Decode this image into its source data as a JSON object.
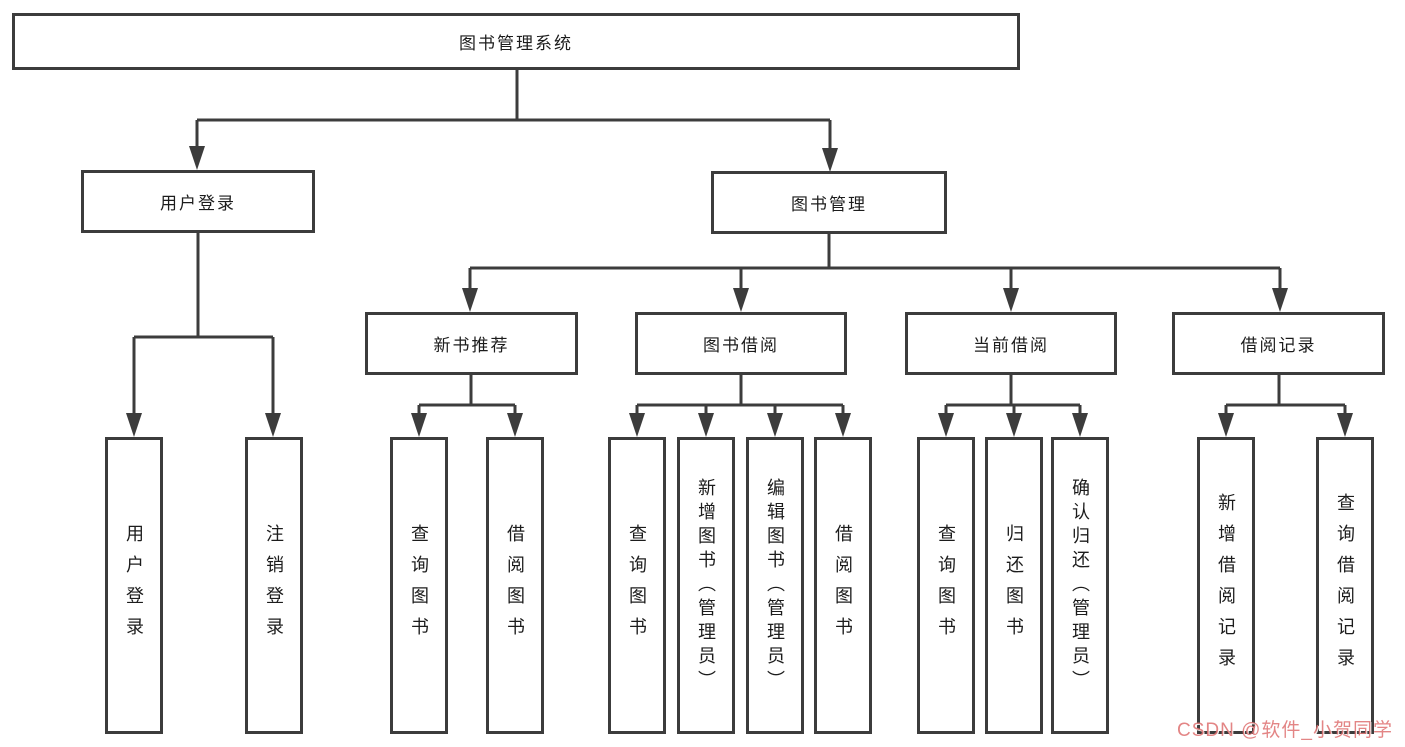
{
  "diagram_title": "图书管理系统",
  "tree": {
    "label": "图书管理系统",
    "children": [
      {
        "label": "用户登录",
        "children": [
          {
            "label": "用户登录"
          },
          {
            "label": "注销登录"
          }
        ]
      },
      {
        "label": "图书管理",
        "children": [
          {
            "label": "新书推荐",
            "children": [
              {
                "label": "查询图书"
              },
              {
                "label": "借阅图书"
              }
            ]
          },
          {
            "label": "图书借阅",
            "children": [
              {
                "label": "查询图书"
              },
              {
                "label": "新增图书（管理员）"
              },
              {
                "label": "编辑图书（管理员）"
              },
              {
                "label": "借阅图书"
              }
            ]
          },
          {
            "label": "当前借阅",
            "children": [
              {
                "label": "查询图书"
              },
              {
                "label": "归还图书"
              },
              {
                "label": "确认归还（管理员）"
              }
            ]
          },
          {
            "label": "借阅记录",
            "children": [
              {
                "label": "新增借阅记录"
              },
              {
                "label": "查询借阅记录"
              }
            ]
          }
        ]
      }
    ]
  },
  "colors": {
    "line": "#3c3c3c",
    "box_border": "#3c3c3c",
    "text": "#1c1c1c",
    "watermark": "#de7070",
    "background": "#ffffff"
  },
  "watermark": {
    "text": "CSDN @软件_小贺同学"
  }
}
